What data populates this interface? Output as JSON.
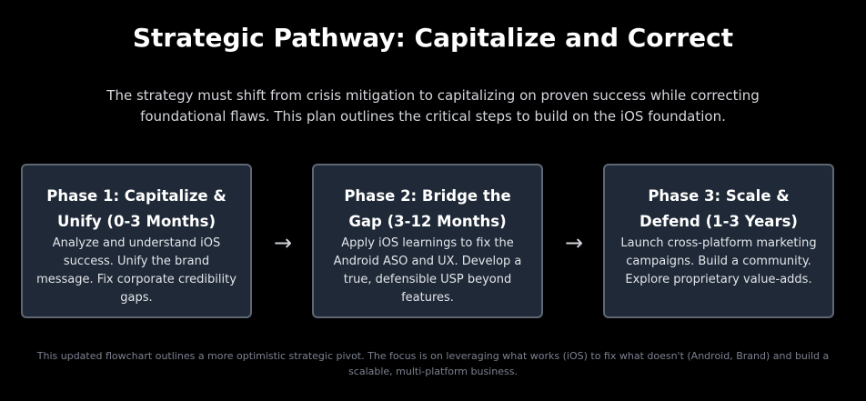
{
  "header": {
    "title": "Strategic Pathway: Capitalize and Correct",
    "subtitle": "The strategy must shift from crisis mitigation to capitalizing on proven success while correcting foundational flaws. This plan outlines the critical steps to build on the iOS foundation."
  },
  "phases": [
    {
      "title": "Phase 1: Capitalize & Unify (0-3 Months)",
      "description": "Analyze and understand iOS success. Unify the brand message. Fix corporate credibility gaps."
    },
    {
      "title": "Phase 2: Bridge the Gap (3-12 Months)",
      "description": "Apply iOS learnings to fix the Android ASO and UX. Develop a true, defensible USP beyond features."
    },
    {
      "title": "Phase 3: Scale & Defend (1-3 Years)",
      "description": "Launch cross-platform marketing campaigns. Build a community. Explore proprietary value-adds."
    }
  ],
  "connectors": {
    "arrow_glyph": "→",
    "icon": "right-arrow-icon"
  },
  "footer": {
    "note": "This updated flowchart outlines a more optimistic strategic pivot. The focus is on leveraging what works (iOS) to fix what doesn't (Android, Brand) and build a scalable, multi-platform business."
  },
  "colors": {
    "background": "#000000",
    "card_background": "#1f2937",
    "card_border": "#5f6773",
    "title_text": "#ffffff",
    "body_text": "#e3e5ea",
    "footnote_text": "#7b8190"
  }
}
